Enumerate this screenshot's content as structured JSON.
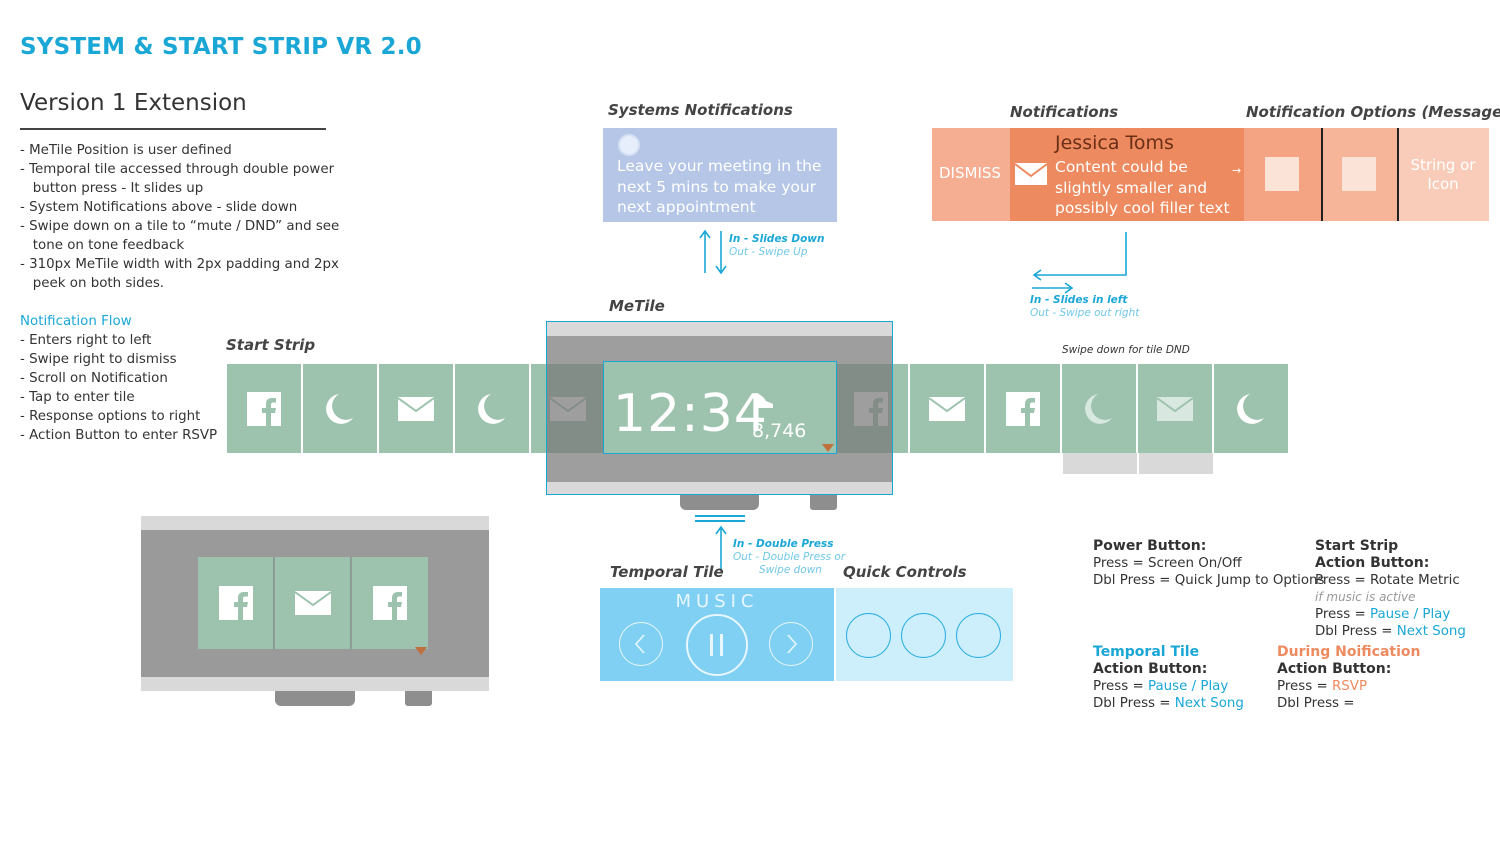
{
  "title": "SYSTEM & START STRIP VR 2.0",
  "heading": "Version 1 Extension",
  "notes": [
    "- MeTile Position is user defined",
    "- Temporal tile accessed through double power",
    "   button press - It slides up",
    "- System Notifications above - slide down",
    "- Swipe down on a tile to “mute / DND” and see",
    "   tone on tone feedback",
    "- 310px MeTile width with 2px padding and 2px",
    "   peek on both sides."
  ],
  "flow": {
    "title": "Notification Flow",
    "items": [
      "- Enters right to left",
      "- Swipe right to dismiss",
      "- Scroll on Notification",
      "- Tap to enter tile",
      "- Response options to right",
      "- Action Button to enter RSVP"
    ]
  },
  "labels": {
    "systems_notifications": "Systems Notifications",
    "notifications": "Notifications",
    "notification_options": "Notification Options (Message)",
    "metile": "MeTile",
    "start_strip": "Start Strip",
    "swipe_dnd": "Swipe down for tile DND",
    "temporal_tile": "Temporal Tile",
    "quick_controls": "Quick Controls"
  },
  "system_notification": {
    "text_lines": [
      "Leave your meeting in the",
      "next 5 mins to make your",
      "next appointment"
    ]
  },
  "notification": {
    "dismiss": "DISMISS",
    "sender": "Jessica Toms",
    "body_lines": [
      "Content could be",
      "slightly smaller and",
      "possibly cool filler text"
    ],
    "option_text_lines": [
      "String or",
      "Icon"
    ]
  },
  "arrows": {
    "slides_down_in": "In - Slides Down",
    "slides_down_out": "Out - Swipe Up",
    "slides_left_in": "In - Slides in left",
    "slides_left_out": "Out - Swipe out right",
    "double_press_in": "In - Double Press",
    "double_press_out_1": "Out - Double Press or",
    "double_press_out_2": "Swipe down"
  },
  "metile": {
    "time": "12:34",
    "steps": "8,746"
  },
  "start_strip_icons": [
    "facebook-icon",
    "moon-icon",
    "mail-icon",
    "moon-icon",
    "mail-icon",
    "facebook-icon",
    "mail-icon",
    "facebook-icon",
    "moon-icon",
    "mail-icon",
    "moon-icon"
  ],
  "mini_device_icons": [
    "facebook-icon",
    "mail-icon",
    "facebook-icon"
  ],
  "temporal": {
    "music_label": "MUSIC"
  },
  "options": {
    "power_title": "Power Button:",
    "power_press": "Press = Screen On/Off",
    "power_dbl": "Dbl Press = Quick Jump to Options",
    "start_title_1": "Start Strip",
    "start_title_2": "Action Button:",
    "start_press": "Press = Rotate Metric",
    "start_note": "if music is active",
    "start_press2_label": "Press = ",
    "start_press2_value": "Pause / Play",
    "start_dbl_label": "Dbl Press = ",
    "start_dbl_value": "Next Song",
    "temporal_title_1": "Temporal Tile",
    "temporal_title_2": "Action Button:",
    "temporal_press_label": "Press = ",
    "temporal_press_value": "Pause / Play",
    "temporal_dbl_label": "Dbl Press = ",
    "temporal_dbl_value": "Next Song",
    "during_title_1": "During Noification",
    "during_title_2": "Action Button:",
    "during_press_label": "Press = ",
    "during_press_value": "RSVP",
    "during_dbl_label": "Dbl Press = "
  },
  "colors": {
    "accent_blue": "#1aa7d6",
    "tile_green": "#9dc3ae",
    "device_gray": "#9a9a9a",
    "notif_orange": "#ee8a5f",
    "notif_light": "#f6ae92",
    "sysnote_blue": "#b5c6e6",
    "music_blue": "#7fd0f2",
    "quick_blue": "#cdeefb"
  }
}
